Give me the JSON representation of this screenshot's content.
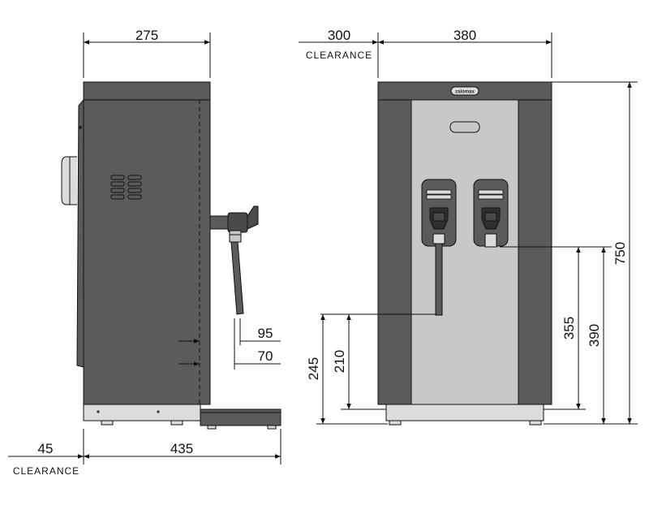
{
  "dimensions": {
    "side_width": "275",
    "front_clearance": "300",
    "front_width": "380",
    "front_clearance_label": "CLEARANCE",
    "total_height": "750",
    "right_tap_outer": "390",
    "right_tap_inner": "355",
    "left_tap_outer": "245",
    "left_tap_inner": "210",
    "spout_offset_a": "95",
    "spout_offset_b": "70",
    "rear_clearance": "45",
    "rear_clearance_label": "CLEARANCE",
    "side_depth": "435"
  },
  "brand": {
    "badge_text": "zalomax"
  },
  "colors": {
    "body_dark": "#5b5b5b",
    "panel_light": "#c8c8c8",
    "base_light": "#dcdcdc",
    "outline": "#111111"
  }
}
